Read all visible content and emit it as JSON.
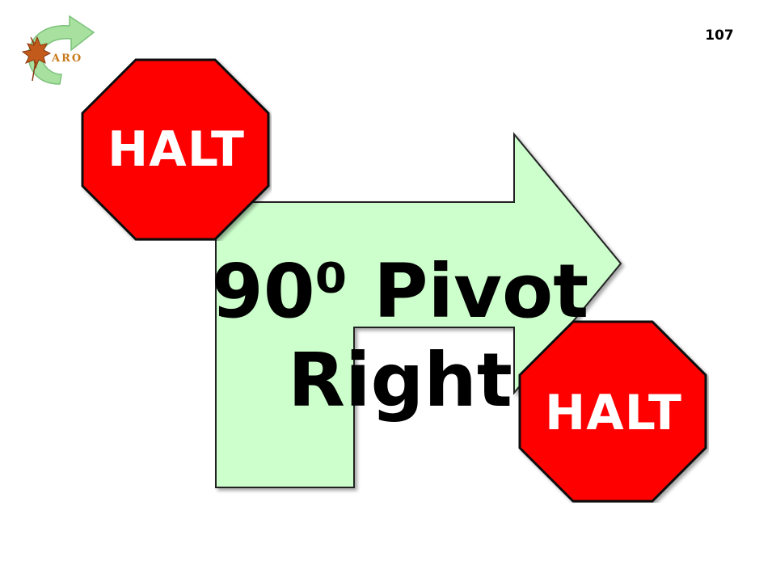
{
  "slide": {
    "page_number": "107",
    "logo_text": "ARO",
    "title_line1": "90⁰ Pivot",
    "title_line2": "Right",
    "halt_top_label": "HALT",
    "halt_bottom_label": "HALT"
  },
  "colors": {
    "arrow_fill": "#ccffcc",
    "stop_red": "#ff0000",
    "stop_border": "#000000",
    "logo_arrow": "#a8e0a0",
    "logo_leaf": "#c25a1c"
  },
  "icons": {
    "logo": "maple-leaf-with-curved-arrow",
    "arrow": "turn-right-arrow",
    "stop_sign": "octagon-stop-sign"
  }
}
